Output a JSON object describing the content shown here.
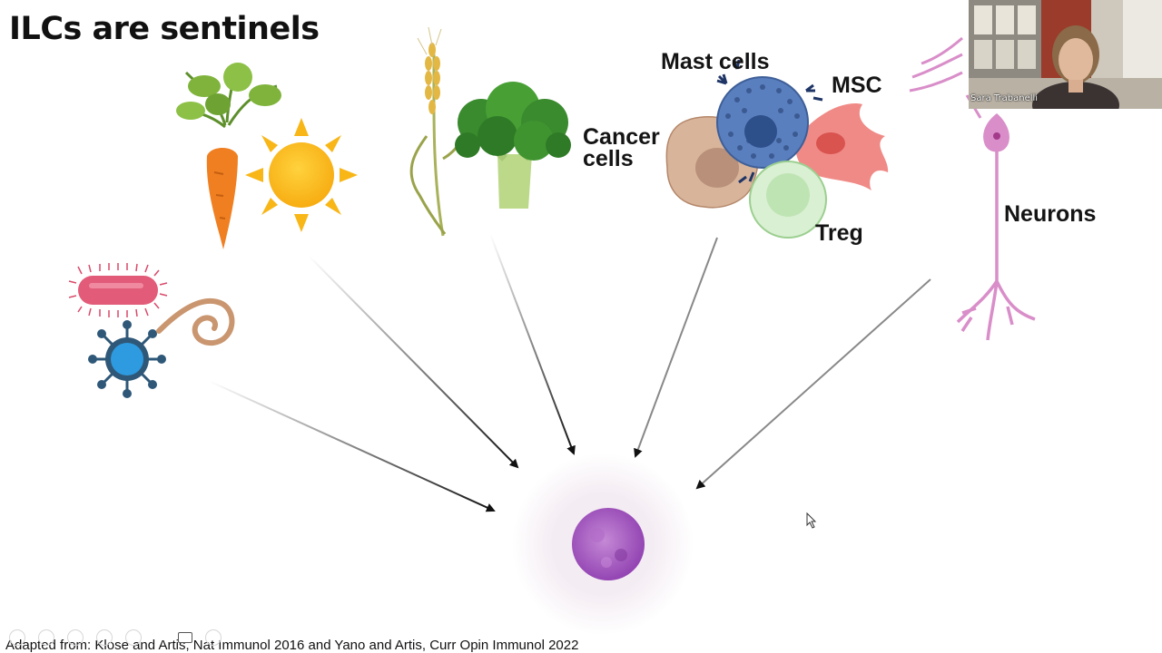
{
  "slide": {
    "title": "ILCs are sentinels",
    "labels": {
      "mast_cells": "Mast cells",
      "msc": "MSC",
      "cancer_cells": "Cancer cells",
      "treg": "Treg",
      "neurons": "Neurons"
    },
    "footer": "Adapted from: Klose and Artis, Nat Immunol 2016 and Yano and Artis, Curr Opin Immunol 2022"
  },
  "video": {
    "speaker_name": "Sara Trabanelli"
  },
  "icons": [
    "carrot-icon",
    "sun-icon",
    "wheat-icon",
    "broccoli-icon",
    "bacterium-icon",
    "virus-icon",
    "worm-icon",
    "neuron-icon",
    "ilc-cell-icon",
    "cursor-icon"
  ],
  "colors": {
    "title": "#111111",
    "arrow": "#222222",
    "ilc_purple": "#9b4fb8",
    "neuron": "#d98ec9",
    "sun": "#f8b617"
  }
}
